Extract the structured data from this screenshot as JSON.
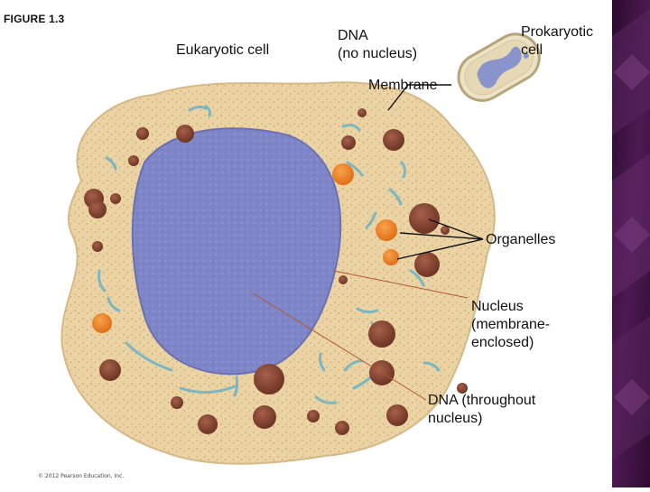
{
  "figure_label": "FIGURE 1.3",
  "labels": {
    "eukaryotic": "Eukaryotic cell",
    "dna_no_nucleus_1": "DNA",
    "dna_no_nucleus_2": "(no nucleus)",
    "prokaryotic_1": "Prokaryotic",
    "prokaryotic_2": "cell",
    "membrane": "Membrane",
    "organelles": "Organelles",
    "nucleus_1": "Nucleus",
    "nucleus_2": "(membrane-",
    "nucleus_3": "enclosed)",
    "dna_throughout_1": "DNA (throughout",
    "dna_throughout_2": "nucleus)"
  },
  "copyright": "© 2012 Pearson Education, Inc.",
  "colors": {
    "cytoplasm": "#ecd3a3",
    "nucleus": "#7f86c8",
    "organelle": "#8e4b36",
    "orange_organelle": "#ef8a2a",
    "membrane_strand": "#7ab7c2",
    "sidebar": "#3c1340"
  }
}
